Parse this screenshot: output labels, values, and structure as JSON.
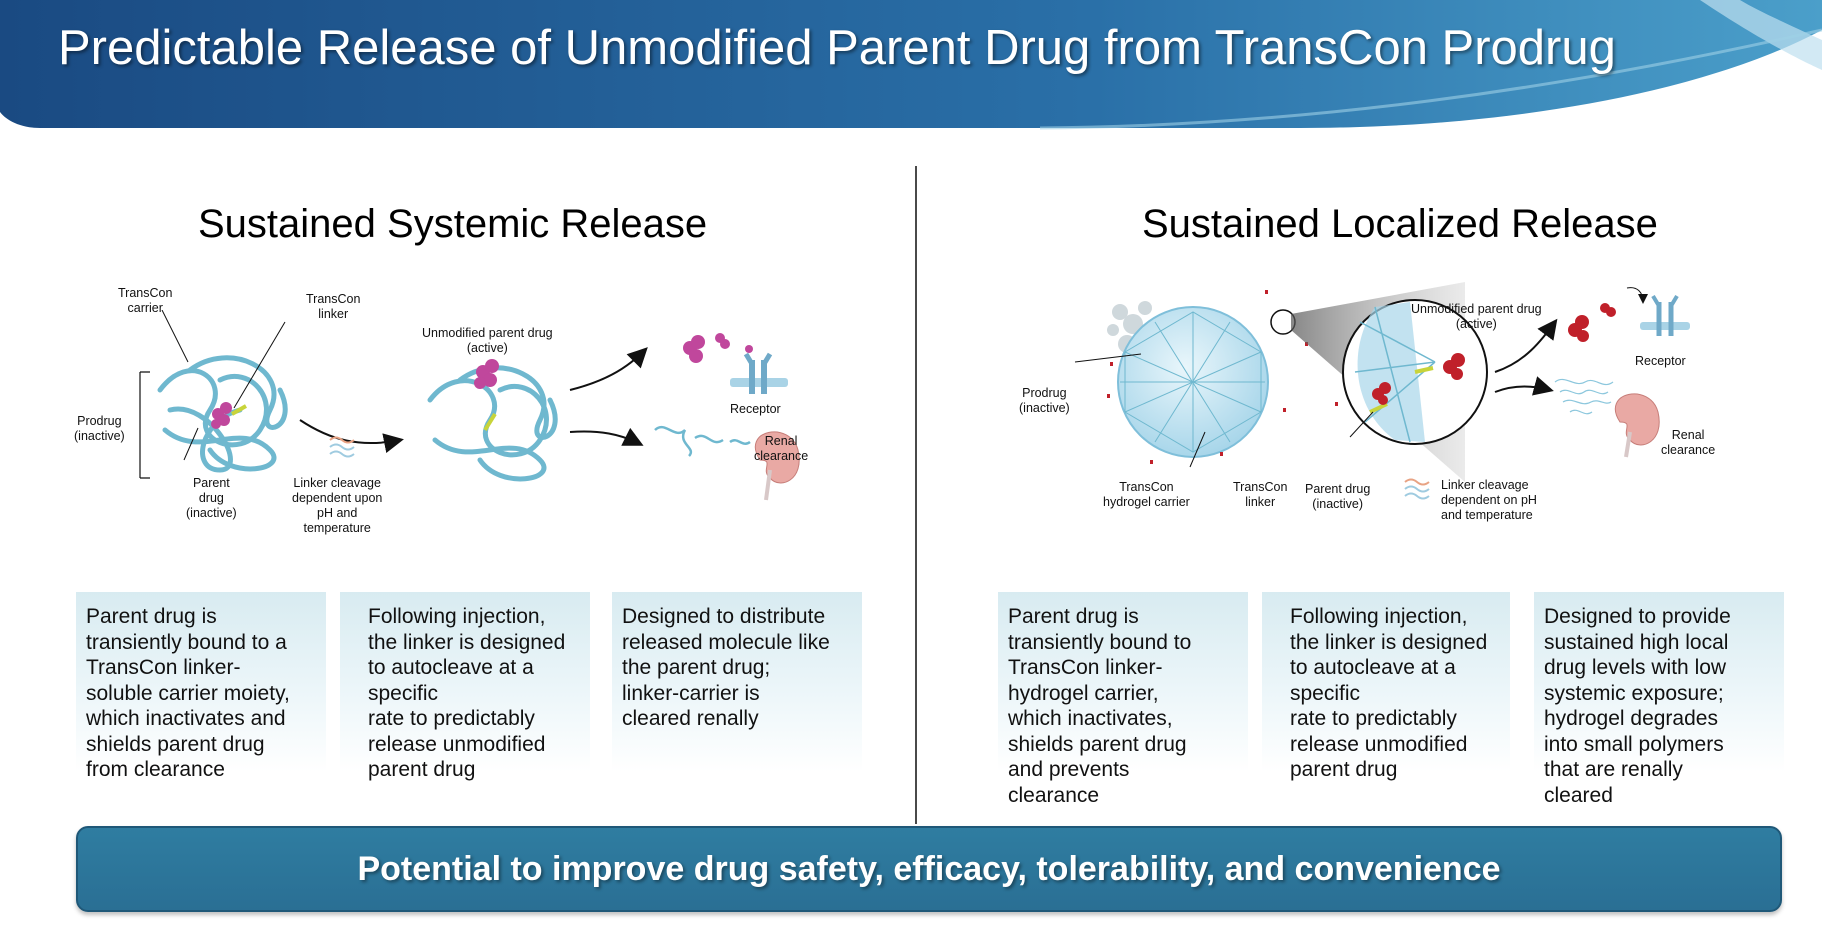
{
  "header": {
    "title": "Predictable Release of Unmodified Parent Drug from TransCon Prodrug"
  },
  "left": {
    "title": "Sustained Systemic Release",
    "labels": {
      "carrier": "TransCon\ncarrier",
      "linker": "TransCon\nlinker",
      "prodrug": "Prodrug\n(inactive)",
      "parent": "Parent\ndrug\n(inactive)",
      "cleavage": "Linker cleavage\ndependent upon\npH and\ntemperature",
      "unmodified": "Unmodified parent drug\n(active)",
      "receptor": "Receptor",
      "renal": "Renal\nclearance"
    },
    "boxes": [
      "Parent drug is\ntransiently bound to a\nTransCon linker-\nsoluble carrier moiety,\nwhich inactivates and\nshields parent drug\nfrom clearance",
      "Following injection,\nthe linker is designed\nto autocleave at a\nspecific\nrate to predictably\nrelease unmodified\nparent drug",
      "Designed to distribute\nreleased molecule like\nthe parent drug;\nlinker-carrier is\ncleared renally"
    ]
  },
  "right": {
    "title": "Sustained Localized Release",
    "labels": {
      "prodrug": "Prodrug\n(inactive)",
      "hydrogel": "TransCon\nhydrogel carrier",
      "linker": "TransCon\nlinker",
      "parent": "Parent drug\n(inactive)",
      "cleavage": "Linker cleavage\ndependent on pH\nand temperature",
      "unmodified": "Unmodified parent drug\n(active)",
      "receptor": "Receptor",
      "renal": "Renal\nclearance"
    },
    "boxes": [
      "Parent drug is\ntransiently bound to\nTransCon linker-\nhydrogel carrier,\nwhich inactivates,\nshields parent drug\nand prevents\nclearance",
      "Following injection,\nthe linker is designed\nto autocleave at a\nspecific\nrate to predictably\nrelease unmodified\nparent drug",
      "Designed to provide\nsustained high local\ndrug levels with low\nsystemic exposure;\nhydrogel degrades\ninto small polymers\nthat are renally\ncleared"
    ]
  },
  "banner": {
    "text": "Potential to improve drug safety, efficacy, tolerability, and convenience"
  },
  "colors": {
    "header_dark": "#1d4f86",
    "header_light": "#3c8fc0",
    "banner": "#2f7da1",
    "carrier": "#6fb8cf",
    "drug_inactive": "#c0479c",
    "drug_active": "#c0202a"
  }
}
